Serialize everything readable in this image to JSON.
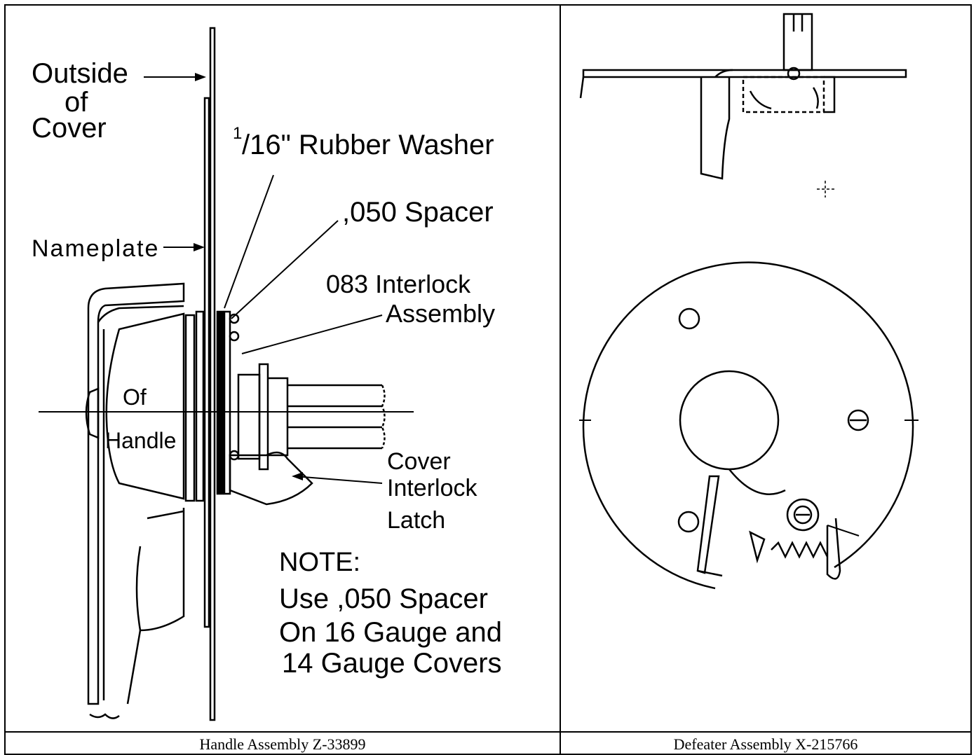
{
  "left_panel": {
    "label_outside": [
      "Outside",
      "of",
      "Cover"
    ],
    "label_washer_sup": "1",
    "label_washer": "/16\" Rubber Washer",
    "label_spacer": ",050 Spacer",
    "label_nameplate": "Nameplate",
    "label_interlock": [
      "083 Interlock",
      "Assembly"
    ],
    "label_handle": [
      "Of",
      "Handle"
    ],
    "label_cover_latch": [
      "Cover",
      "Interlock",
      "Latch"
    ],
    "note_title": "NOTE:",
    "note_body": [
      "Use ,050 Spacer",
      "On 16 Gauge and",
      "14 Gauge Covers"
    ],
    "caption": "Handle Assembly Z-33899"
  },
  "right_panel": {
    "caption": "Defeater Assembly X-215766"
  }
}
